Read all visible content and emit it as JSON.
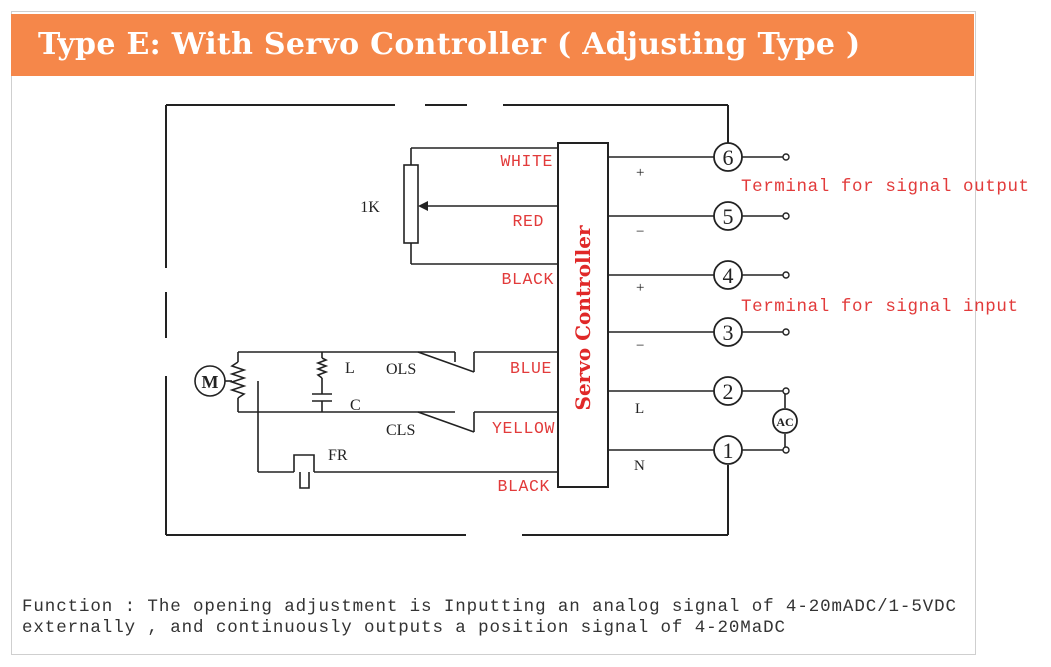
{
  "title": "Type  E:  With Servo Controller ( Adjusting Type )",
  "controller_label": "Servo Controller",
  "wire_labels": {
    "white": "WHITE",
    "red": "RED",
    "black_top": "BLACK",
    "blue": "BLUE",
    "yellow": "YELLOW",
    "black_bottom": "BLACK"
  },
  "component_labels": {
    "potentiometer": "1K",
    "motor": "M",
    "inductor": "L",
    "capacitor": "C",
    "ols": "OLS",
    "cls": "CLS",
    "fr": "FR",
    "ac": "AC"
  },
  "polarity_labels": {
    "p6": "+",
    "p5": "−",
    "p4": "+",
    "p3": "−",
    "p2": "L",
    "p1": "N"
  },
  "terminals": [
    "6",
    "5",
    "4",
    "3",
    "2",
    "1"
  ],
  "annotations": {
    "output": "Terminal for signal output",
    "input": "Terminal for signal input"
  },
  "function_text": {
    "line1": "Function : The opening adjustment is Inputting an analog signal of 4-20mADC/1-5VDC",
    "line2": " externally , and continuously outputs a position signal of 4-20MaDC"
  },
  "colors": {
    "banner": "#f5874a",
    "wire_label": "#e23b3b",
    "annotation": "#e23b3b",
    "line": "#222222"
  }
}
